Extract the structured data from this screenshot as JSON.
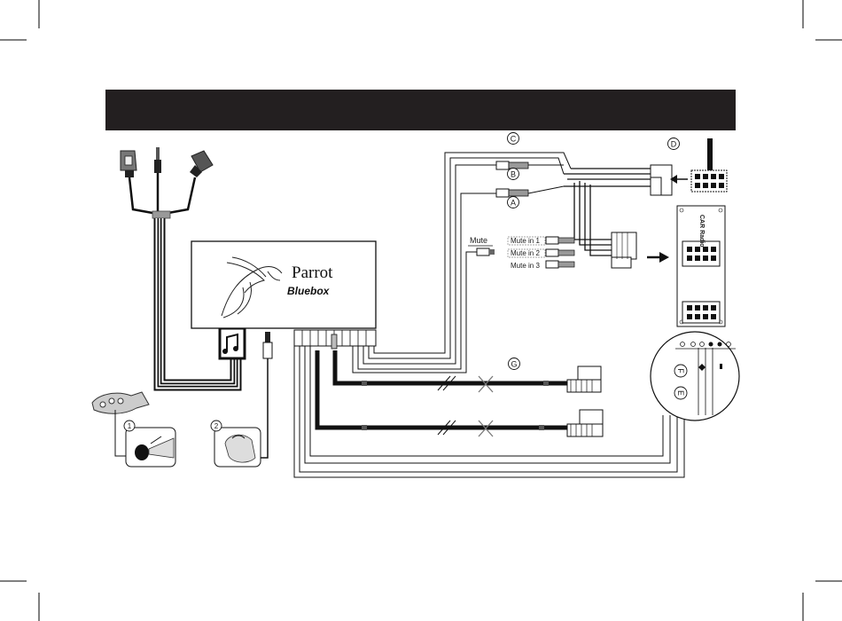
{
  "device": {
    "brand": "Parrot",
    "model": "Bluebox"
  },
  "labels": {
    "mute": "Mute",
    "mute_in_1": "Mute in 1",
    "mute_in_2": "Mute in 2",
    "mute_in_3": "Mute in 3",
    "car_radio": "CAR Radio"
  },
  "markers": {
    "A": "A",
    "B": "B",
    "C": "C",
    "D": "D",
    "G": "G",
    "E": "E",
    "F": "F",
    "step1": "1",
    "step2": "2"
  },
  "icons": [
    "usb-icon",
    "jack-icon",
    "ipod-connector-icon",
    "music-note-icon",
    "parrot-logo-icon",
    "arrow-right-icon",
    "cut-cross-icon"
  ]
}
